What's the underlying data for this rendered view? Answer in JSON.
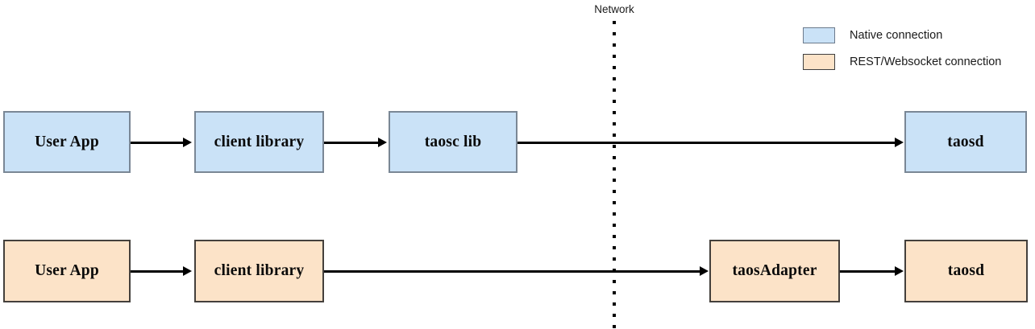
{
  "diagram": {
    "title_label": "Network",
    "legend": {
      "items": [
        {
          "label": "Native connection",
          "color": "#cae2f7",
          "key": "native"
        },
        {
          "label": "REST/Websocket connection",
          "color": "#fce3c8",
          "key": "rest"
        }
      ]
    },
    "rows": [
      {
        "key": "native-row",
        "nodes": [
          {
            "id": "native-user-app",
            "label": "User App"
          },
          {
            "id": "native-client-library",
            "label": "client library"
          },
          {
            "id": "native-taosc-lib",
            "label": "taosc lib"
          },
          {
            "id": "native-taosd",
            "label": "taosd"
          }
        ]
      },
      {
        "key": "rest-row",
        "nodes": [
          {
            "id": "rest-user-app",
            "label": "User App"
          },
          {
            "id": "rest-client-library",
            "label": "client library"
          },
          {
            "id": "rest-taos-adapter",
            "label": "taosAdapter"
          },
          {
            "id": "rest-taosd",
            "label": "taosd"
          }
        ]
      }
    ]
  }
}
